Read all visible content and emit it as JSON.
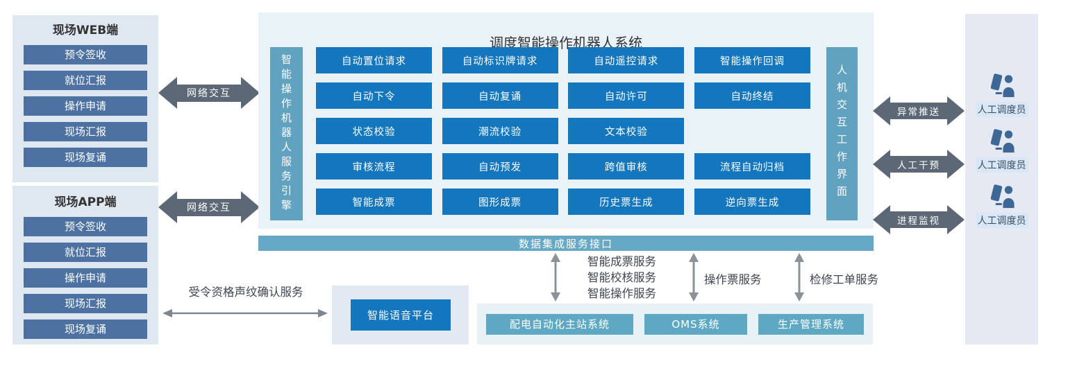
{
  "colors": {
    "panel_bg": "#dfe7f1",
    "slate_button": "#4d72a2",
    "dark_arrow": "#5d6877",
    "main_box_bg": "#e9f2f7",
    "teal_column": "#61a2c0",
    "teal_bar": "#66a9c6",
    "teal_button": "#5fa8c4",
    "blue_button": "#1477bd",
    "operator_icon": "#3e6795",
    "label_text": "#3f4650"
  },
  "left": {
    "network_label": "网络交互",
    "web_panel": {
      "title": "现场WEB端",
      "items": [
        "预令签收",
        "就位汇报",
        "操作申请",
        "现场汇报",
        "现场复诵"
      ]
    },
    "app_panel": {
      "title": "现场APP端",
      "items": [
        "预令签收",
        "就位汇报",
        "操作申请",
        "现场汇报",
        "现场复诵"
      ]
    }
  },
  "center": {
    "title": "调度智能操作机器人系统",
    "engine_column": "智能操作机器人服务引擎",
    "hmi_column": "人机交互工作界面",
    "grid": [
      [
        "自动置位请求",
        "自动标识牌请求",
        "自动遥控请求",
        "智能操作回调"
      ],
      [
        "自动下令",
        "自动复诵",
        "自动许可",
        "自动终结"
      ],
      [
        "状态校验",
        "潮流校验",
        "文本校验"
      ],
      [
        "审核流程",
        "自动预发",
        "跨值审核",
        "流程自动归档"
      ],
      [
        "智能成票",
        "图形成票",
        "历史票生成",
        "逆向票生成"
      ]
    ],
    "data_bar": "数据集成服务接口"
  },
  "right": {
    "arrows": [
      "异常推送",
      "人工干预",
      "进程监视"
    ],
    "operators": [
      "人工调度员",
      "人工调度员",
      "人工调度员"
    ]
  },
  "bottom": {
    "voiceprint_label": "受令资格声纹确认服务",
    "voice_platform": "智能语音平台",
    "service_lines": [
      "智能成票服务",
      "智能校核服务",
      "智能操作服务"
    ],
    "operation_ticket_label": "操作票服务",
    "maintenance_order_label": "检修工单服务",
    "systems": [
      "配电自动化主站系统",
      "OMS系统",
      "生产管理系统"
    ]
  }
}
